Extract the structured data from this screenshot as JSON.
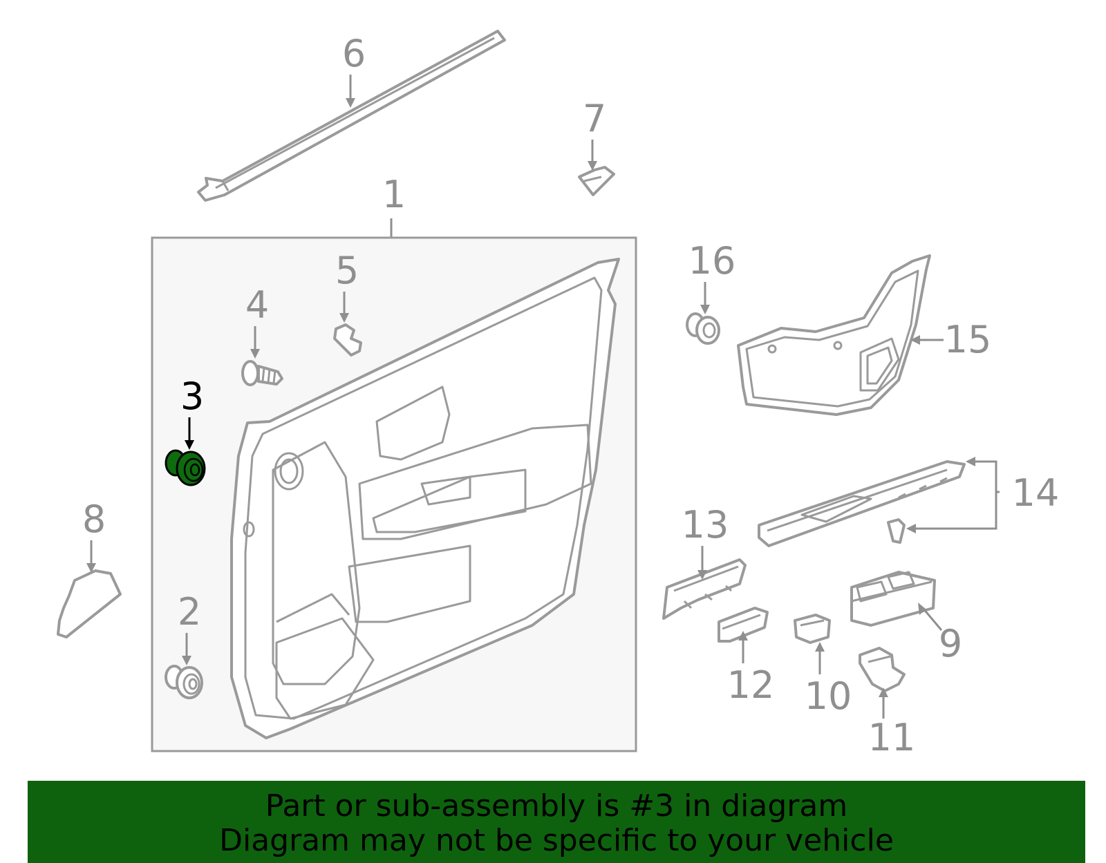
{
  "diagram": {
    "selected_part": "3",
    "colors": {
      "highlight": "#0e6b0e",
      "line": "#9a9a9a",
      "label": "#8f8f8f",
      "banner": "#0e620e"
    },
    "labels": {
      "p1": "1",
      "p2": "2",
      "p3": "3",
      "p4": "4",
      "p5": "5",
      "p6": "6",
      "p7": "7",
      "p8": "8",
      "p9": "9",
      "p10": "10",
      "p11": "11",
      "p12": "12",
      "p13": "13",
      "p14": "14",
      "p15": "15",
      "p16": "16"
    }
  },
  "banner": {
    "line1": "Part or sub-assembly is #3 in diagram",
    "line2": "Diagram may not be specific to your vehicle"
  }
}
